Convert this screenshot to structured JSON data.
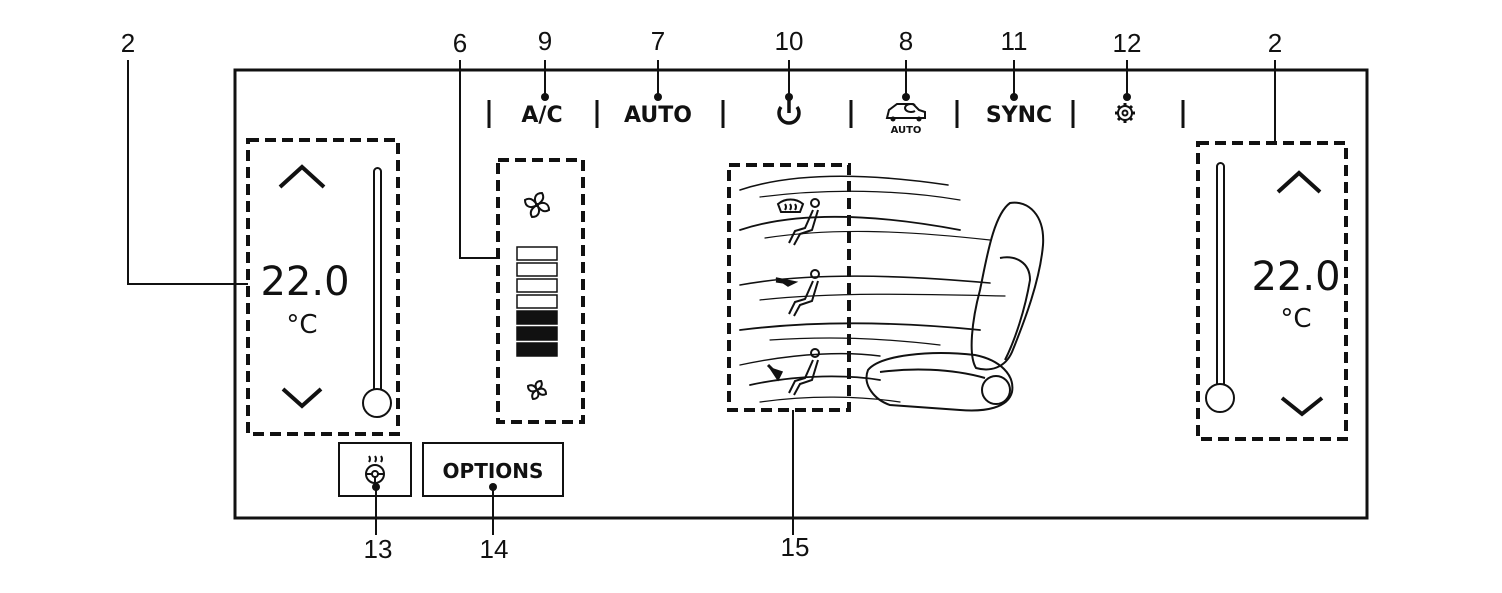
{
  "top_bar": {
    "ac_label": "A/C",
    "auto_label": "AUTO",
    "intake_auto_label": "AUTO",
    "sync_label": "SYNC"
  },
  "left_zone": {
    "temperature": "22.0",
    "unit": "°C",
    "slider_level": 0.0
  },
  "right_zone": {
    "temperature": "22.0",
    "unit": "°C",
    "slider_level": 0.0
  },
  "fan": {
    "total_levels": 7,
    "active_levels": 3
  },
  "bottom": {
    "options_label": "OPTIONS"
  },
  "callouts": {
    "c2_left": "2",
    "c6": "6",
    "c9": "9",
    "c7": "7",
    "c10": "10",
    "c8": "8",
    "c11": "11",
    "c12": "12",
    "c2_right": "2",
    "c13": "13",
    "c14": "14",
    "c15": "15"
  }
}
